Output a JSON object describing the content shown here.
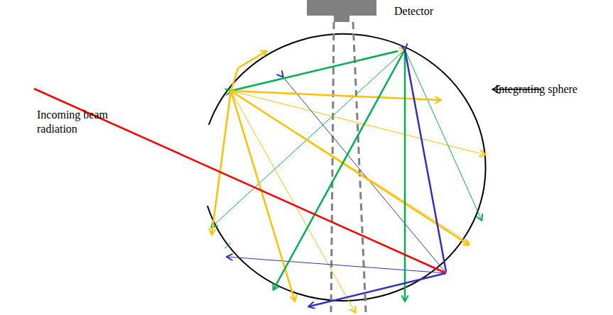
{
  "diagram": {
    "labels": [
      "Detector",
      "Incoming beam radiation",
      "Integrating sphere"
    ]
  }
}
